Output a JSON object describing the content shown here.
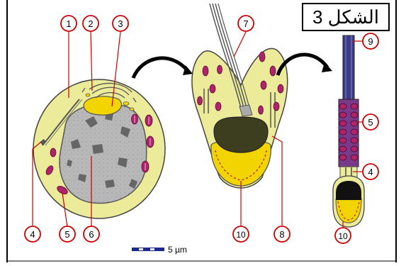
{
  "figure": {
    "title": "الشكل 3",
    "scale_bar_label": "5 µm",
    "callouts": [
      "1",
      "2",
      "3",
      "4",
      "5",
      "6",
      "7",
      "8",
      "9",
      "10"
    ]
  },
  "colors": {
    "cytoplasm": "#ebeb9a",
    "nucleus": "#b7b7b7",
    "acrosome": "#f2d400",
    "mitochondria": "#b0226a",
    "callout_border": "#cc0000",
    "arrow": "#000000"
  }
}
